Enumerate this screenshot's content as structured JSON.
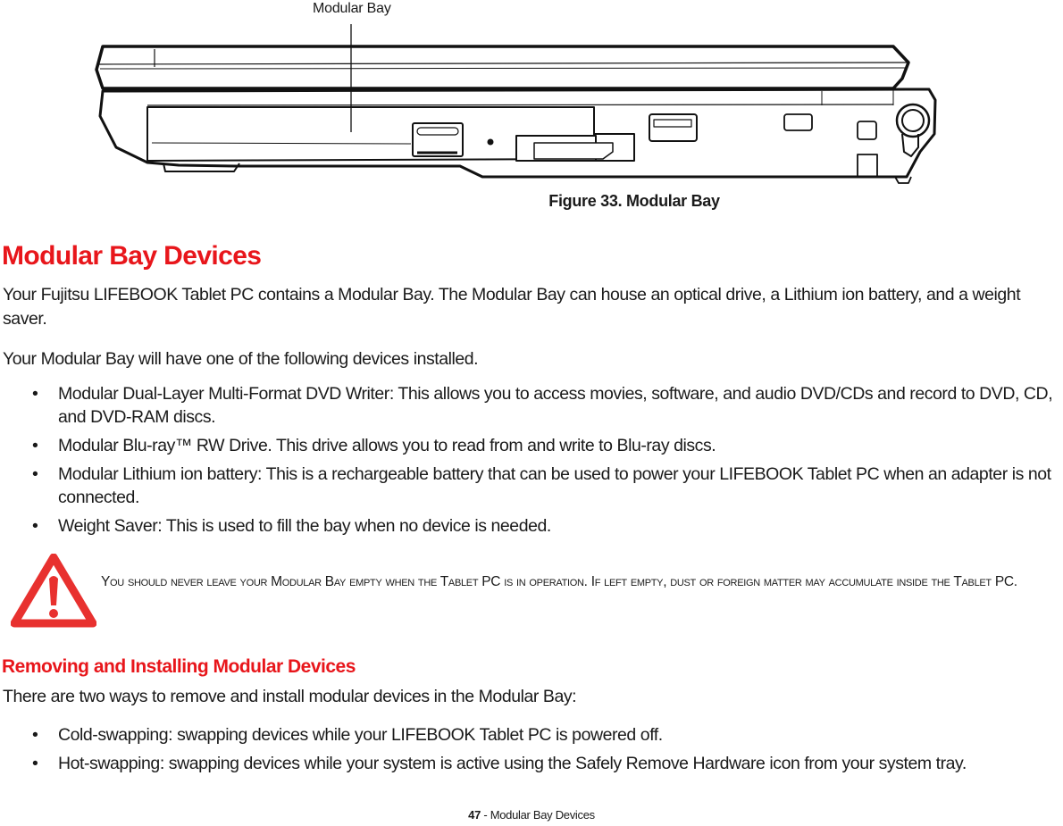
{
  "figure": {
    "callout_label": "Modular Bay",
    "caption": "Figure 33.  Modular Bay",
    "icon": "laptop-side-view-illustration"
  },
  "section": {
    "heading": "Modular Bay Devices",
    "intro": "Your Fujitsu LIFEBOOK Tablet PC contains a Modular Bay. The Modular Bay can house an optical drive, a Lithium ion battery, and a weight saver.",
    "lead": "Your Modular Bay will have one of the following devices installed.",
    "devices": [
      "Modular Dual-Layer Multi-Format DVD Writer: This allows you to access movies, software, and audio DVD/CDs and record to DVD, CD, and DVD-RAM discs.",
      "Modular Blu-ray™ RW Drive. This drive allows you to read from and write to Blu-ray discs.",
      "Modular Lithium ion battery: This is a rechargeable battery that can be used to power your LIFEBOOK Tablet PC when an adapter is not connected.",
      "Weight Saver: This is used to fill the bay when no device is needed."
    ]
  },
  "warning": {
    "icon": "warning-triangle-icon",
    "color": "#e8161b",
    "text": "You should never leave your Modular Bay empty when the Tablet PC is in operation. If left empty, dust or foreign matter may accumulate inside the Tablet PC."
  },
  "subsection": {
    "heading": "Removing and Installing Modular Devices",
    "intro": "There are two ways to remove and install modular devices in the Modular Bay:",
    "methods": [
      "Cold-swapping: swapping devices while your LIFEBOOK Tablet PC is powered off.",
      "Hot-swapping: swapping devices while your system is active using the Safely Remove Hardware icon from your system tray."
    ]
  },
  "footer": {
    "page_number": "47",
    "section_name": " - Modular Bay Devices"
  },
  "colors": {
    "heading": "#e8161b",
    "text": "#1a1a1a"
  }
}
